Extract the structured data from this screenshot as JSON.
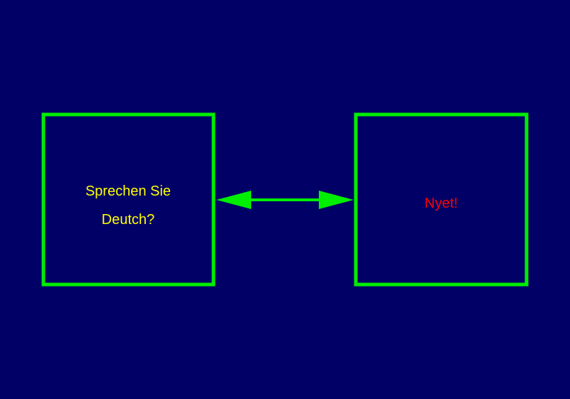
{
  "diagram": {
    "left_box": {
      "lines": [
        "Sprechen Sie",
        "Deutch?"
      ],
      "text_color": "#ffff00"
    },
    "right_box": {
      "lines": [
        "Nyet!"
      ],
      "text_color": "#ff0000"
    },
    "connector": {
      "direction": "bidirectional"
    },
    "colors": {
      "background": "#000066",
      "stroke": "#00ee00"
    }
  }
}
